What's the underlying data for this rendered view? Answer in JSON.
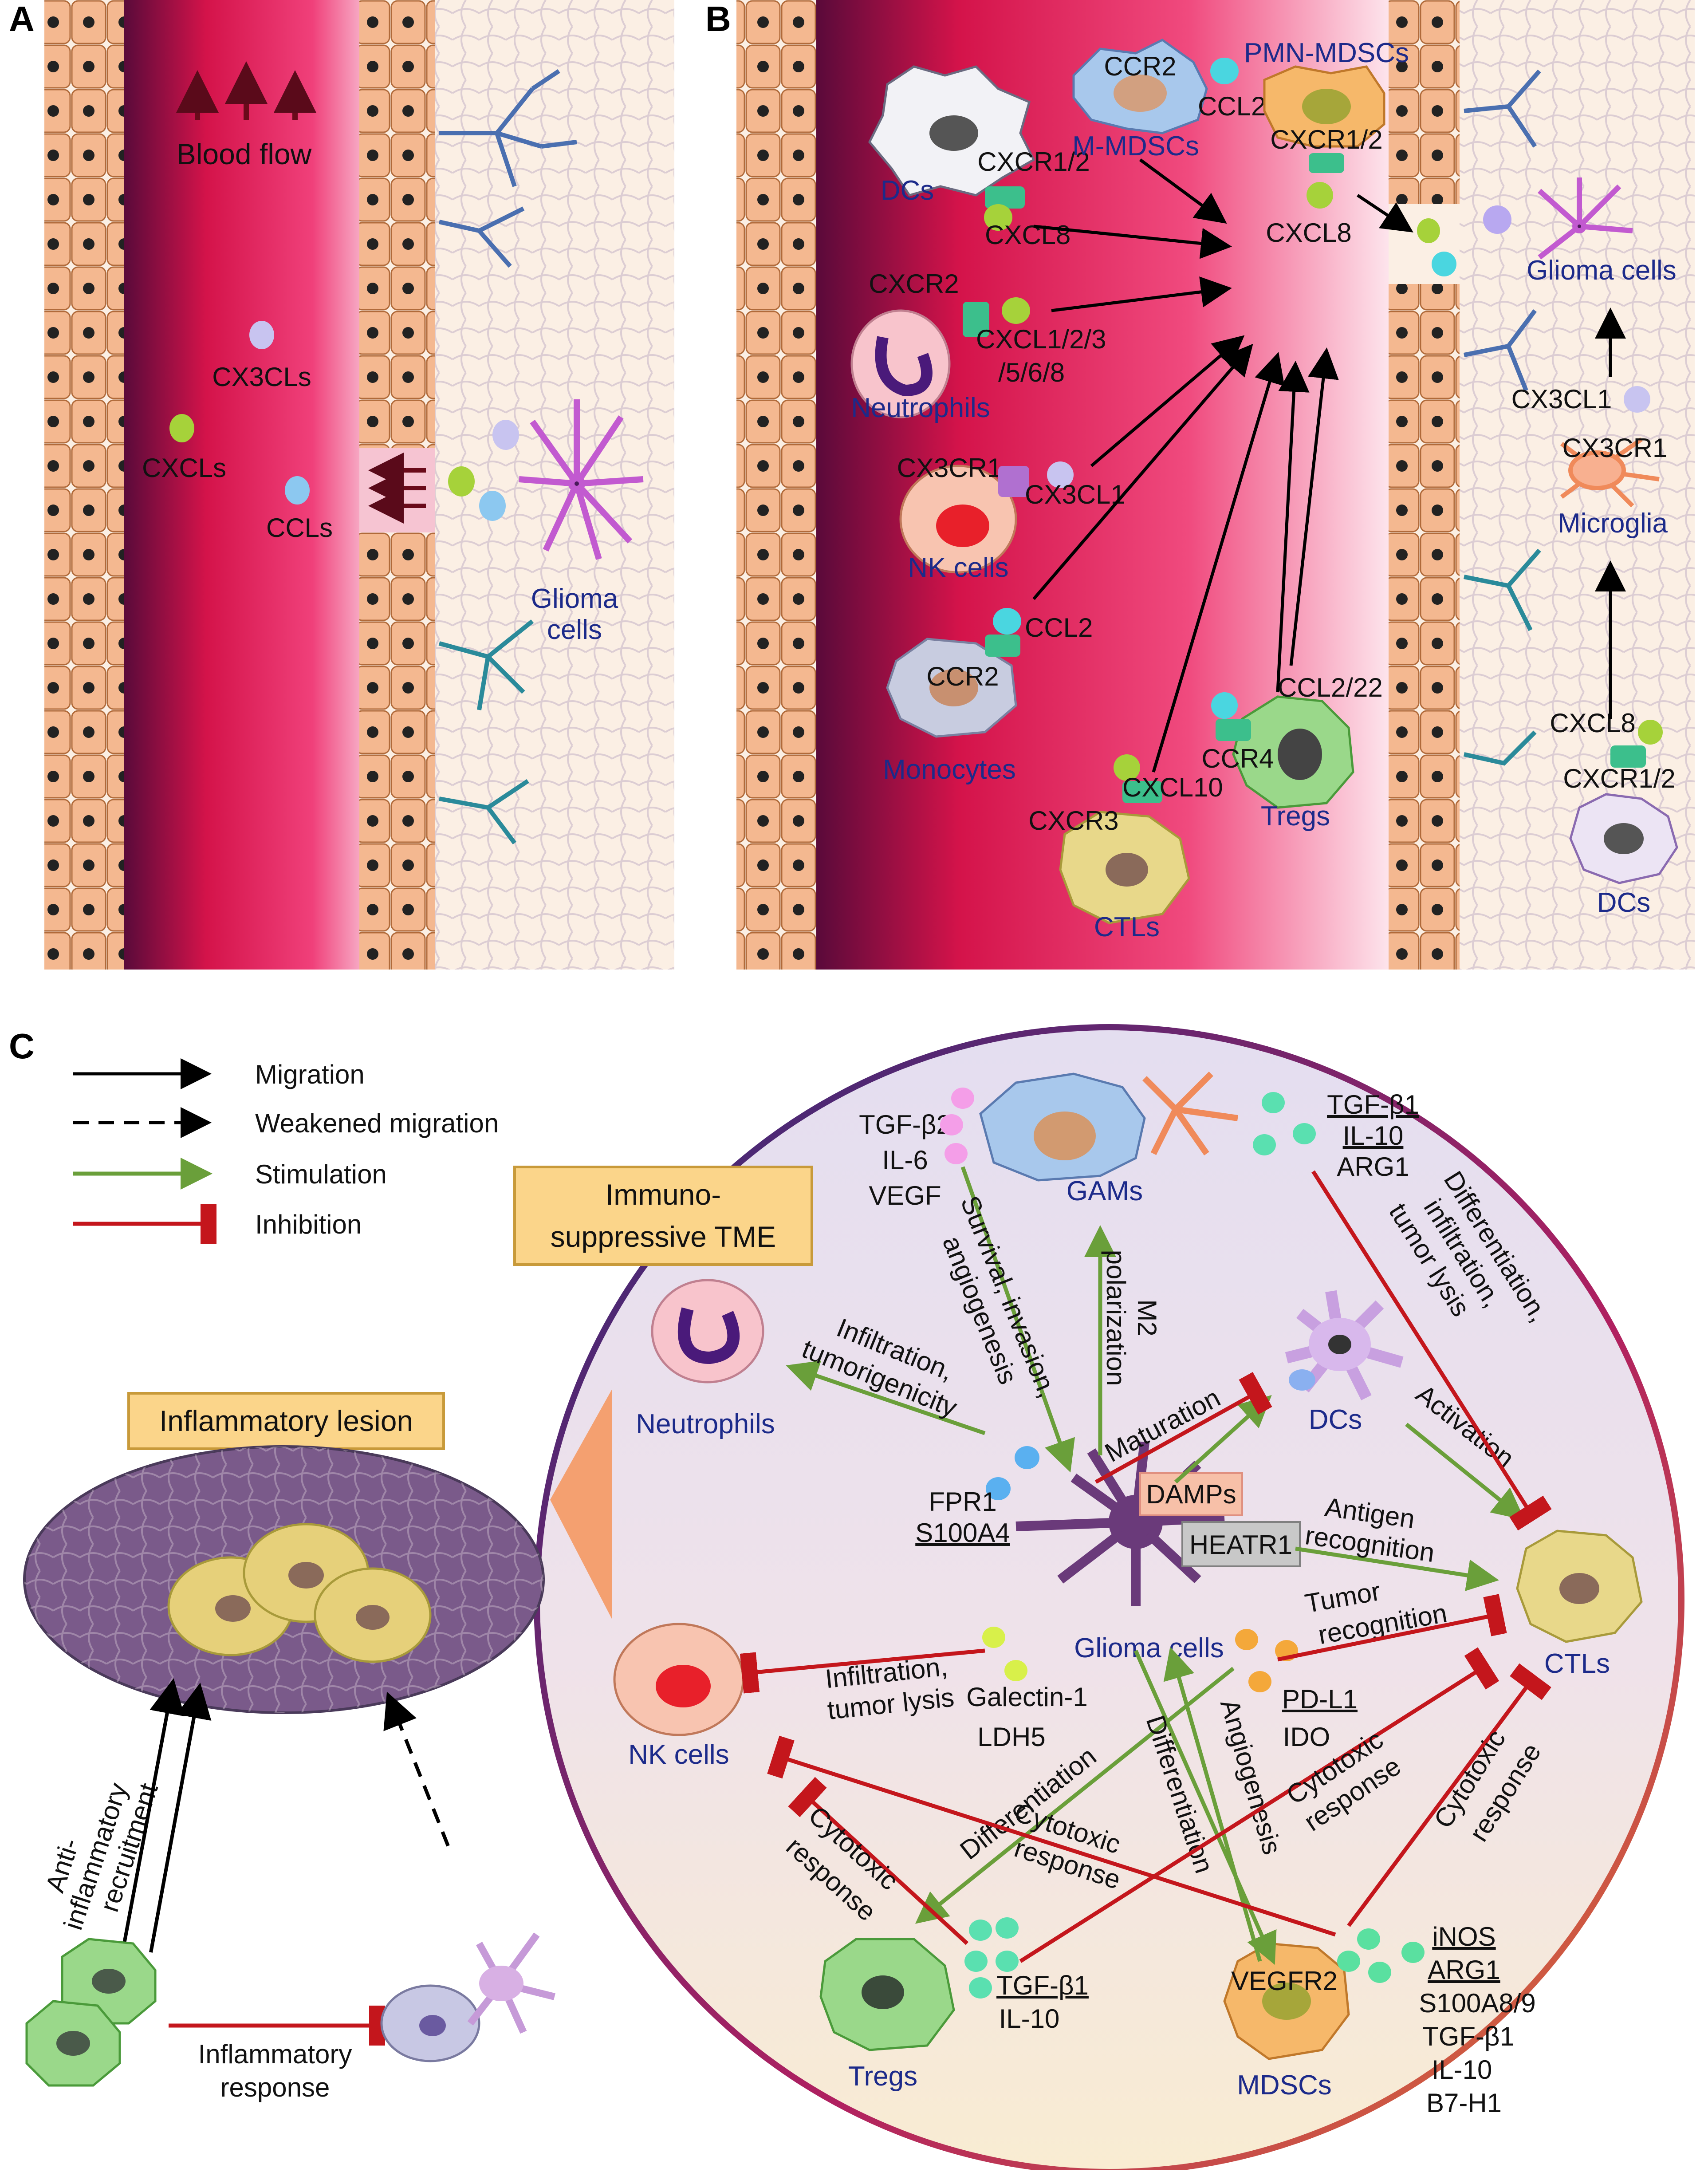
{
  "panel_a": {
    "letter": "A",
    "blood_flow": "Blood flow",
    "cx3cls": "CX3CLs",
    "cxcls": "CXCLs",
    "ccls": "CCLs",
    "glioma_line1": "Glioma",
    "glioma_line2": "cells"
  },
  "panel_b": {
    "letter": "B",
    "cells": {
      "dcs": "DCs",
      "m_mdscs": "M-MDSCs",
      "pmn_mdscs": "PMN-MDSCs",
      "neutrophils": "Neutrophils",
      "nk_cells": "NK cells",
      "monocytes": "Monocytes",
      "ctls": "CTLs",
      "tregs": "Tregs",
      "glioma_cells": "Glioma cells",
      "microglia": "Microglia",
      "dcs_right": "DCs"
    },
    "molecules": {
      "cxcr12_dc": "CXCR1/2",
      "cxcl8_dc": "CXCL8",
      "ccr2_m": "CCR2",
      "ccl2_m": "CCL2",
      "cxcr12_pmn": "CXCR1/2",
      "cxcl8_center": "CXCL8",
      "cxcr2": "CXCR2",
      "cxcl_multi_1": "CXCL1/2/3",
      "cxcl_multi_2": "/5/6/8",
      "cx3cr1_nk": "CX3CR1",
      "cx3cl1_nk": "CX3CL1",
      "ccl2_mono": "CCL2",
      "ccr2_mono": "CCR2",
      "ccl2_22": "CCL2/22",
      "ccr4": "CCR4",
      "cxcl10": "CXCL10",
      "cxcr3": "CXCR3",
      "cx3cl1_mg": "CX3CL1",
      "cx3cr1_mg": "CX3CR1",
      "cxcl8_right": "CXCL8",
      "cxcr12_right": "CXCR1/2"
    }
  },
  "panel_c": {
    "letter": "C",
    "legend": {
      "migration": "Migration",
      "weakened": "Weakened migration",
      "stimulation": "Stimulation",
      "inhibition": "Inhibition"
    },
    "tme_line1": "Immuno-",
    "tme_line2": "suppressive TME",
    "lesion": "Inflammatory lesion",
    "anti_line1": "Anti-",
    "anti_line2": "inflammatory",
    "anti_line3": "recruitment",
    "infl_line1": "Inflammatory",
    "infl_line2": "response",
    "cells": {
      "gams": "GAMs",
      "neutrophils": "Neutrophils",
      "dcs": "DCs",
      "ctls": "CTLs",
      "glioma": "Glioma cells",
      "nk": "NK cells",
      "tregs": "Tregs",
      "mdscs": "MDSCs"
    },
    "factors": {
      "tgfb2": "TGF-β2",
      "il6": "IL-6",
      "vegf": "VEGF",
      "tgfb1_top": "TGF-β1",
      "il10_top": "IL-10",
      "arg1_top": "ARG1",
      "fpr1": "FPR1",
      "s100a4": "S100A4",
      "damps": "DAMPs",
      "heatr1": "HEATR1",
      "galectin": "Galectin-1",
      "ldh5": "LDH5",
      "pdl1": "PD-L1",
      "ido": "IDO",
      "tgfb1_treg": "TGF-β1",
      "il10_treg": "IL-10",
      "vegfr2": "VEGFR2",
      "inos": "iNOS",
      "arg1_md": "ARG1",
      "s100a89": "S100A8/9",
      "tgfb1_md": "TGF-β1",
      "il10_md": "IL-10",
      "b7h1": "B7-H1"
    },
    "edges": {
      "survival_1": "Survival, invasion,",
      "survival_2": "angiogenesis",
      "m2_1": "M2",
      "m2_2": "polarization",
      "diff_top_1": "Differentiation,",
      "diff_top_2": "infiltration,",
      "diff_top_3": "tumor lysis",
      "infil_neu_1": "Infiltration,",
      "infil_neu_2": "tumorigenicity",
      "maturation": "Maturation",
      "activation": "Activation",
      "antigen_1": "Antigen",
      "antigen_2": "recognition",
      "tumor_rec_1": "Tumor",
      "tumor_rec_2": "recognition",
      "infil_nk_1": "Infiltration,",
      "infil_nk_2": "tumor lysis",
      "diff_treg": "Differentiation",
      "diff_md": "Differentiation",
      "angio": "Angiogenesis",
      "cyto_treg_1": "Cytotoxic",
      "cyto_treg_2": "response",
      "cyto_nk_1": "Cytotoxic",
      "cyto_nk_2": "response",
      "cyto_mid_1": "Cytotoxic",
      "cyto_mid_2": "response",
      "cyto_right_1": "Cytotoxic",
      "cyto_right_2": "response"
    }
  },
  "colors": {
    "migration": "#000000",
    "stimulation": "#6a9f3a",
    "inhibition": "#c4161c",
    "cell_label": "#1c2a8a",
    "vessel": "#d81b50"
  }
}
